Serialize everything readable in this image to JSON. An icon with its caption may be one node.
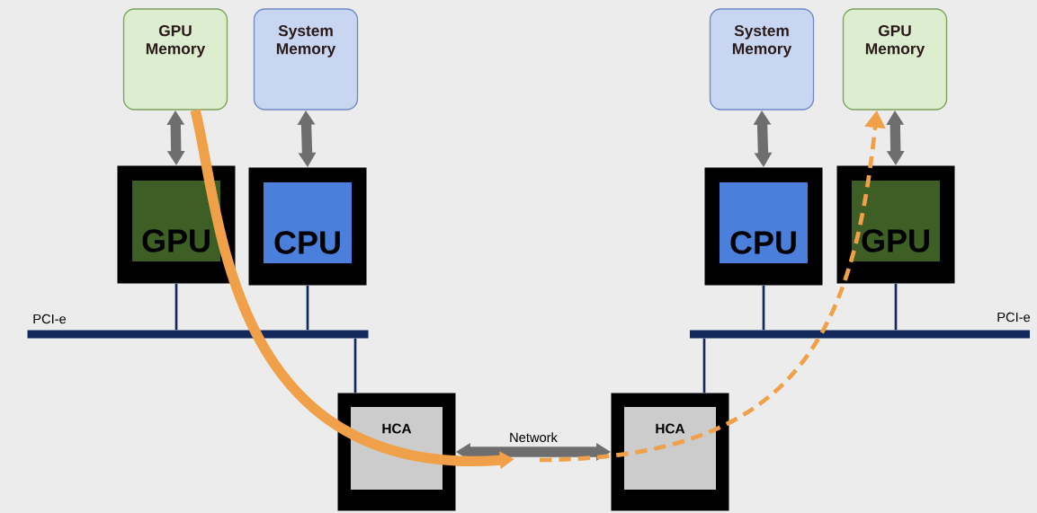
{
  "diagram": {
    "nodes": [
      {
        "text": [
          "GPU Memory"
        ]
      },
      {
        "text": [
          "System Memory"
        ]
      },
      {
        "text": [
          "System Memory"
        ]
      },
      {
        "text": [
          "GPU Memory"
        ]
      },
      {
        "text": [
          "GPU"
        ]
      },
      {
        "text": [
          "CPU"
        ]
      },
      {
        "text": [
          "CPU"
        ]
      },
      {
        "text": [
          "GPU"
        ]
      },
      {
        "text": [],
        "shape": "bar",
        "beside": [
          "PCI-e"
        ]
      },
      {
        "text": [],
        "shape": "bar",
        "beside": [
          "PCI-e"
        ]
      },
      {
        "text": [
          "HCA"
        ]
      },
      {
        "text": [
          "HCA"
        ]
      }
    ],
    "edges": [
      {
        "from": 0,
        "to": 4,
        "arrow": "both",
        "style": "thick",
        "color": "#6e6e6e"
      },
      {
        "from": 1,
        "to": 5,
        "arrow": "both",
        "style": "thick",
        "color": "#6e6e6e"
      },
      {
        "from": 2,
        "to": 6,
        "arrow": "both",
        "style": "thick",
        "color": "#6e6e6e"
      },
      {
        "from": 3,
        "to": 7,
        "arrow": "both",
        "style": "thick",
        "color": "#6e6e6e"
      },
      {
        "from": 4,
        "to": 8,
        "arrow": "none"
      },
      {
        "from": 5,
        "to": 8,
        "arrow": "none"
      },
      {
        "from": 8,
        "to": 10,
        "arrow": "none"
      },
      {
        "from": 6,
        "to": 9,
        "arrow": "none"
      },
      {
        "from": 7,
        "to": 9,
        "arrow": "none"
      },
      {
        "from": 9,
        "to": 11,
        "arrow": "none"
      },
      {
        "from": 10,
        "to": 11,
        "arrow": "both",
        "label": "Network",
        "style": "thick",
        "color": "#6e6e6e"
      },
      {
        "from": 0,
        "to": null,
        "arrow": "to",
        "style": "thick",
        "color": "#f0a048"
      },
      {
        "from": null,
        "to": 3,
        "arrow": "to",
        "style": "dashed",
        "color": "#f0a048"
      }
    ]
  }
}
